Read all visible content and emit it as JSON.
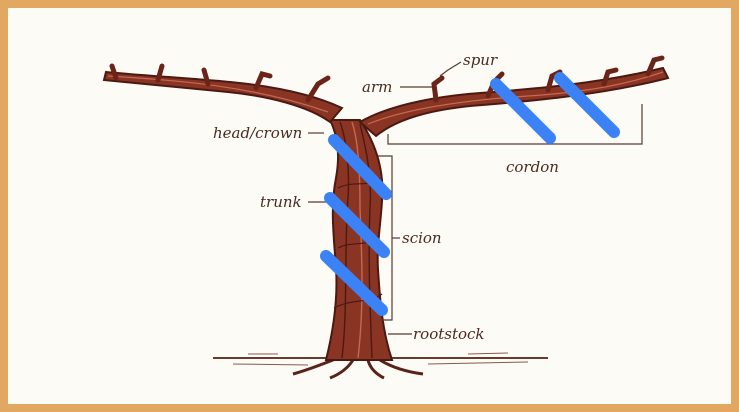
{
  "diagram": {
    "labels": {
      "spur": "spur",
      "arm": "arm",
      "head_crown": "head/crown",
      "cordon": "cordon",
      "trunk": "trunk",
      "scion": "scion",
      "rootstock": "rootstock"
    },
    "colors": {
      "vine": "#7a2f22",
      "vine_dark": "#4a1a12",
      "annotation": "#3b82f6",
      "frame": "#e2a862",
      "paper": "#fdfbf6"
    },
    "annotation_mark_count": 5
  }
}
